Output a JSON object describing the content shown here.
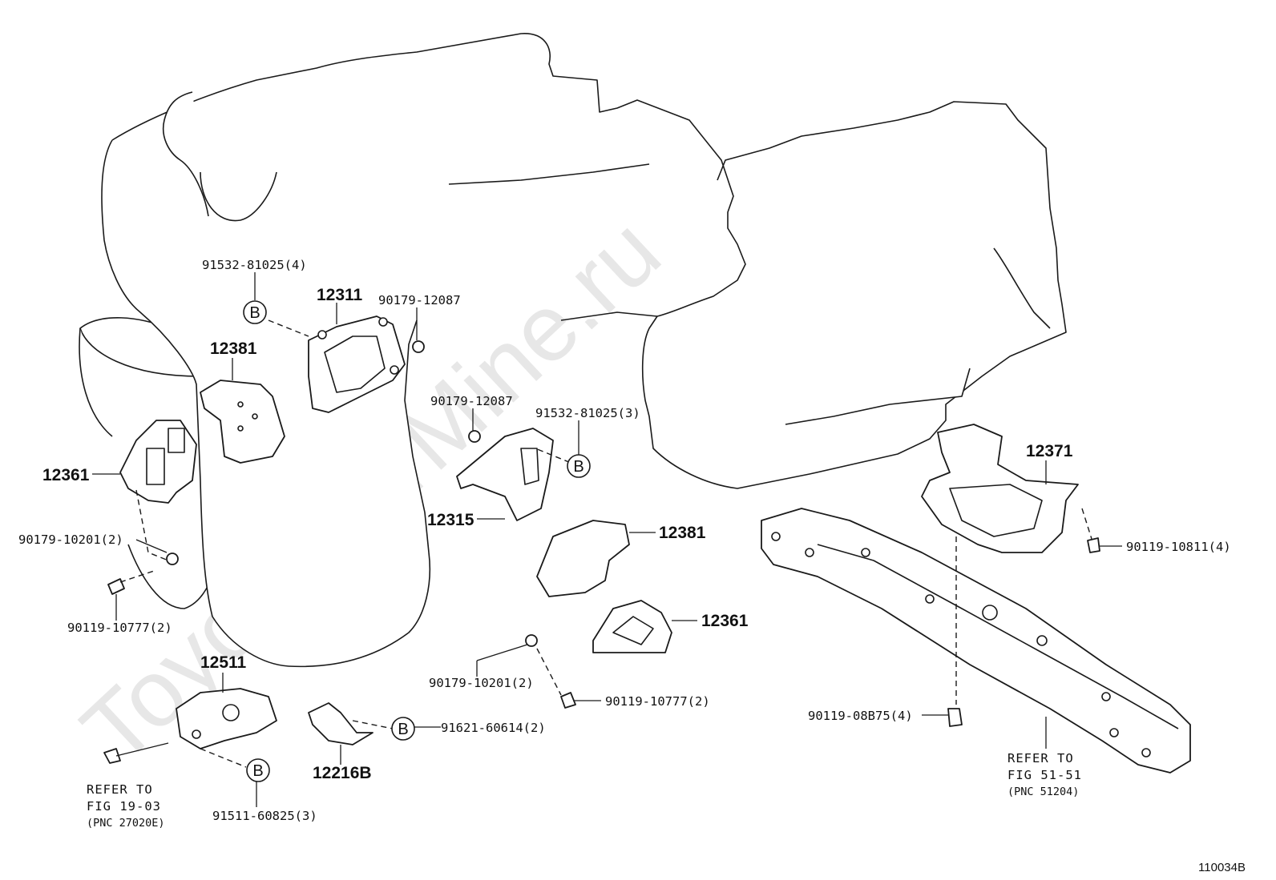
{
  "watermark": "ToyotaCarMine.ru",
  "figure_id": "110034B",
  "labels": {
    "l_91532_4": "91532-81025(4)",
    "l_12311": "12311",
    "l_90179_12087_a": "90179-12087",
    "l_12381_a": "12381",
    "l_90179_12087_b": "90179-12087",
    "l_91532_3": "91532-81025(3)",
    "l_12361_a": "12361",
    "l_12315": "12315",
    "l_12381_b": "12381",
    "l_12371": "12371",
    "l_90119_10811": "90119-10811(4)",
    "l_90179_10201_a": "90179-10201(2)",
    "l_90119_10777_a": "90119-10777(2)",
    "l_12361_b": "12361",
    "l_90179_10201_b": "90179-10201(2)",
    "l_90119_10777_b": "90119-10777(2)",
    "l_12511": "12511",
    "l_91621": "91621-60614(2)",
    "l_12216b": "12216B",
    "l_91511": "91511-60825(3)",
    "l_90119_08b75": "90119-08B75(4)"
  },
  "key_letter": "B",
  "refs": {
    "left": {
      "line1": "REFER TO",
      "line2": "FIG 19-03",
      "line3": "(PNC 27020E)"
    },
    "right": {
      "line1": "REFER TO",
      "line2": "FIG 51-51",
      "line3": "(PNC 51204)"
    }
  }
}
